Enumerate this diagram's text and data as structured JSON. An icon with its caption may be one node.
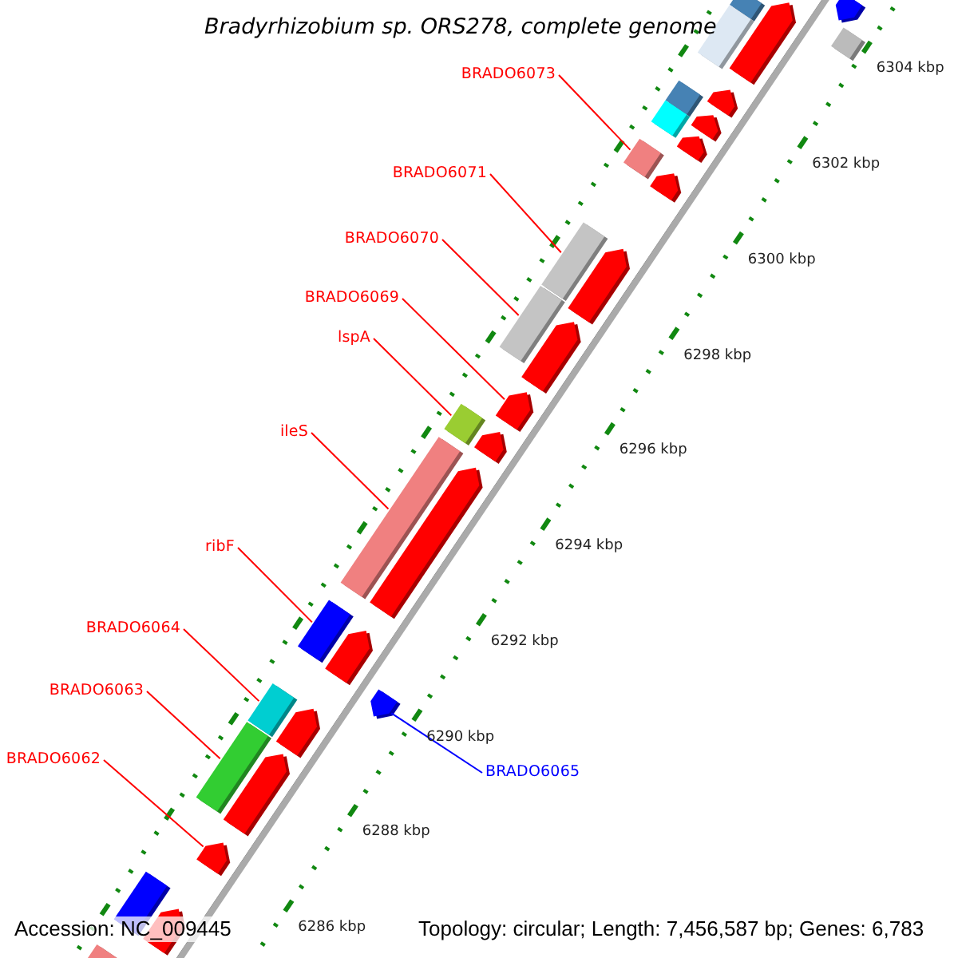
{
  "diagram": {
    "title": "Bradyrhizobium sp. ORS278, complete genome",
    "nodes": [
      {
        "text": [
          "BRADO6073"
        ]
      },
      {
        "text": [],
        "shape": "box"
      },
      {
        "text": [
          "BRADO6071"
        ]
      },
      {
        "text": [],
        "shape": "box"
      },
      {
        "text": [
          "BRADO6070"
        ]
      },
      {
        "text": [],
        "shape": "box"
      },
      {
        "text": [
          "BRADO6069"
        ]
      },
      {
        "text": [],
        "shape": "pentagon"
      },
      {
        "text": [
          "lspA"
        ]
      },
      {
        "text": [],
        "shape": "box"
      },
      {
        "text": [
          "ileS"
        ]
      },
      {
        "text": [],
        "shape": "box"
      },
      {
        "text": [
          "ribF"
        ]
      },
      {
        "text": [],
        "shape": "box"
      },
      {
        "text": [
          "BRADO6064"
        ]
      },
      {
        "text": [],
        "shape": "box"
      },
      {
        "text": [
          "BRADO6063"
        ]
      },
      {
        "text": [],
        "shape": "box"
      },
      {
        "text": [
          "BRADO6065"
        ]
      },
      {
        "text": [],
        "shape": "pentagon"
      },
      {
        "text": [
          "BRADO6062"
        ]
      },
      {
        "text": [],
        "shape": "pentagon"
      },
      {
        "text": [],
        "shape": "box"
      },
      {
        "text": [],
        "shape": "pentagon"
      },
      {
        "text": [],
        "shape": "pentagon"
      },
      {
        "text": [],
        "shape": "box"
      },
      {
        "text": [],
        "shape": "box"
      },
      {
        "text": [],
        "shape": "pentagon"
      },
      {
        "text": [],
        "shape": "box"
      },
      {
        "text": [],
        "shape": "pentagon"
      },
      {
        "text": [],
        "shape": "box"
      },
      {
        "text": [],
        "shape": "pentagon"
      },
      {
        "text": [],
        "shape": "pentagon"
      },
      {
        "text": [],
        "shape": "pentagon"
      },
      {
        "text": [],
        "shape": "pentagon"
      },
      {
        "text": [],
        "shape": "pentagon"
      },
      {
        "text": [],
        "shape": "pentagon"
      },
      {
        "text": [],
        "shape": "pentagon"
      },
      {
        "text": [],
        "shape": "pentagon"
      },
      {
        "text": [],
        "shape": "pentagon"
      },
      {
        "text": [],
        "shape": "box"
      },
      {
        "text": [],
        "shape": "pentagon"
      },
      {
        "text": [],
        "shape": "box"
      }
    ],
    "edges": [
      {
        "from": 0,
        "to": 1,
        "arrow": "none"
      },
      {
        "from": 2,
        "to": 3,
        "arrow": "none"
      },
      {
        "from": 4,
        "to": 5,
        "arrow": "none"
      },
      {
        "from": 6,
        "to": 7,
        "arrow": "none"
      },
      {
        "from": 8,
        "to": 9,
        "arrow": "none"
      },
      {
        "from": 10,
        "to": 11,
        "arrow": "none"
      },
      {
        "from": 12,
        "to": 13,
        "arrow": "none"
      },
      {
        "from": 14,
        "to": 15,
        "arrow": "none"
      },
      {
        "from": 16,
        "to": 17,
        "arrow": "none"
      },
      {
        "from": 18,
        "to": 19,
        "arrow": "none",
        "color": "#0000ff"
      },
      {
        "from": 20,
        "to": 21,
        "arrow": "none"
      }
    ],
    "labels": [
      "6304 kbp",
      "6302 kbp",
      "6300 kbp",
      "6298 kbp",
      "6296 kbp",
      "6294 kbp",
      "6292 kbp",
      "6290 kbp",
      "6288 kbp",
      "6286 kbp",
      "Accession: NC_009445",
      "Topology: circular; Length: 7,456,587 bp; Genes: 6,783"
    ]
  }
}
